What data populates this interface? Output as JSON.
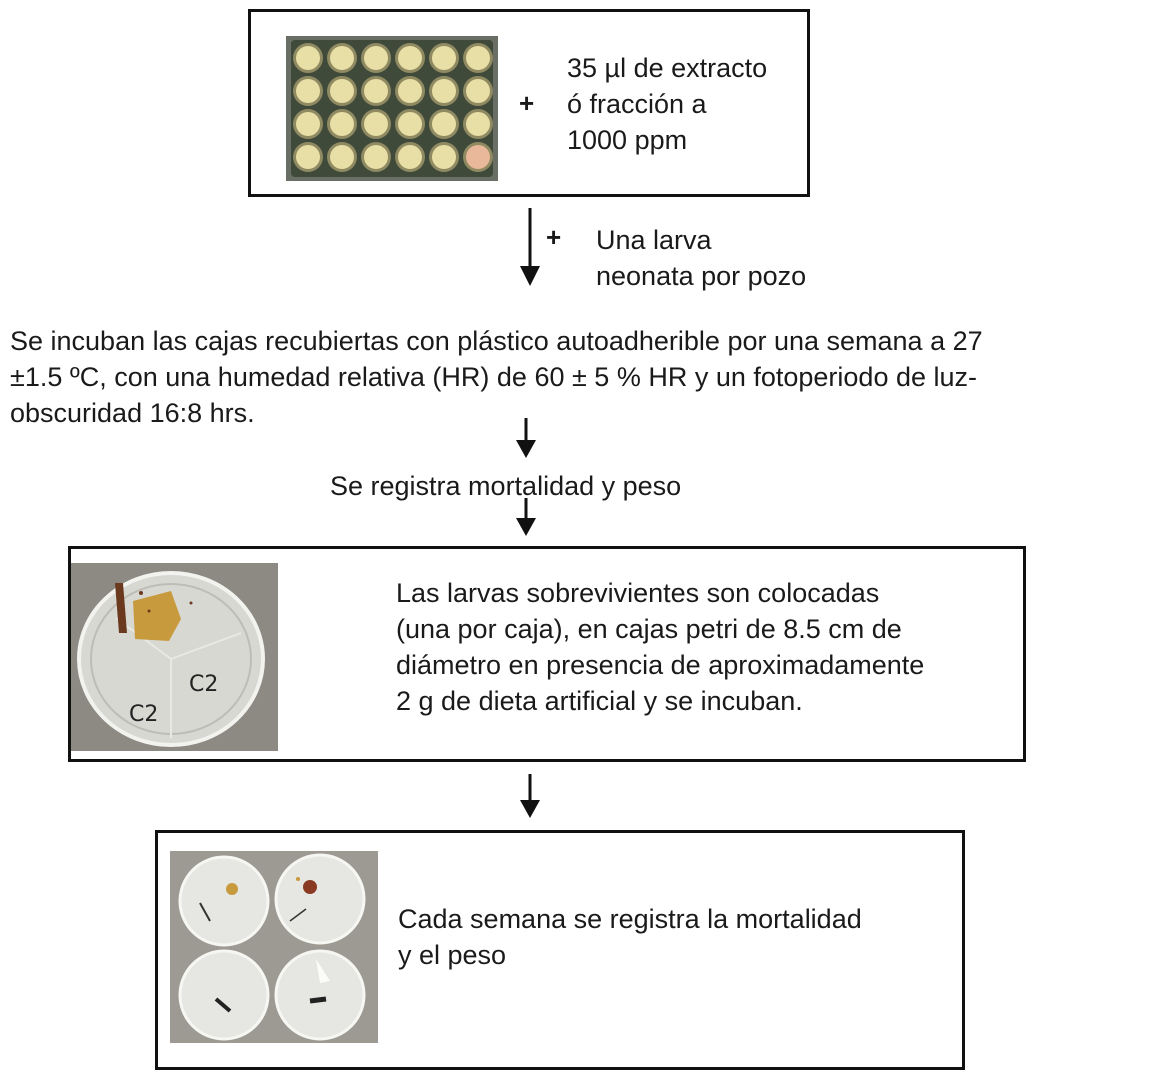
{
  "step1": {
    "plus": "+",
    "lines": [
      "35 µl de extracto",
      "ó fracción  a",
      "1000 ppm"
    ],
    "image_desc": "well-plate-photo"
  },
  "arrow1": {
    "plus": "+",
    "lines": [
      "Una larva",
      "neonata por pozo"
    ]
  },
  "incubation": {
    "lines": [
      "Se incuban las cajas recubiertas con plástico autoadherible por una semana a 27",
      "±1.5 ºC, con una humedad relativa (HR) de 60 ± 5 % HR y un fotoperiodo de luz-",
      "obscuridad 16:8 hrs."
    ]
  },
  "record": {
    "text": "Se registra mortalidad y peso"
  },
  "step3": {
    "lines": [
      "Las larvas sobrevivientes son colocadas",
      "(una por caja), en cajas petri de 8.5 cm de",
      "diámetro en presencia de aproximadamente",
      "2 g de dieta artificial y se incuban."
    ]
  },
  "step4": {
    "lines": [
      "Cada semana se registra la mortalidad",
      "y el peso"
    ]
  },
  "colors": {
    "border": "#111111",
    "plate": "#3f4a3a",
    "well": "#e8dfa6",
    "highlight_well": "#e9b89a"
  }
}
